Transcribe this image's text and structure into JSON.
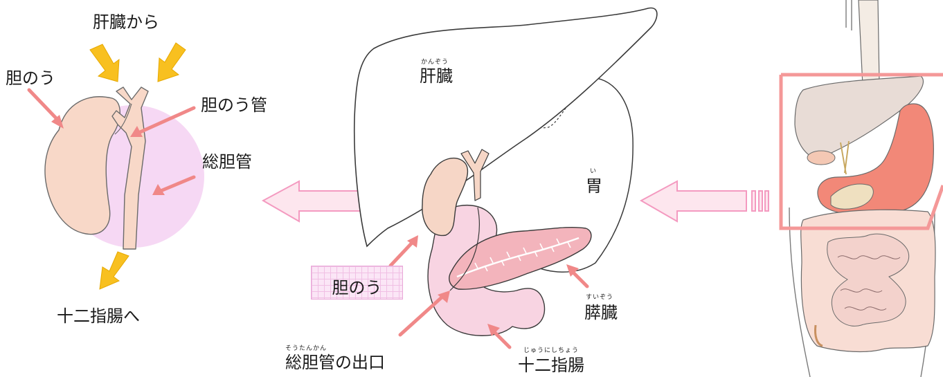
{
  "left_panel": {
    "from_liver": "肝臓から",
    "gallbladder": "胆のう",
    "cystic_duct": "胆のう管",
    "common_bile_duct": "総胆管",
    "to_duodenum": "十二指腸へ"
  },
  "center_panel": {
    "liver": "肝臓",
    "liver_ruby": "かんぞう",
    "stomach": "胃",
    "stomach_ruby": "い",
    "gallbladder_box": "胆のう",
    "pancreas": "膵臓",
    "pancreas_ruby": "すいぞう",
    "bile_duct_exit": "総胆管の出口",
    "bile_duct_exit_ruby": "そうたんかん",
    "duodenum": "十二指腸",
    "duodenum_ruby": "じゅうにしちょう"
  },
  "colors": {
    "arrow_yellow": "#f8c020",
    "pointer_red": "#f08888",
    "big_arrow_fill": "#fde6ee",
    "big_arrow_stroke": "#f49ac0",
    "highlight_frame": "#f49898",
    "gallbladder_fill": "#f6d6c6",
    "pancreas_fill": "#f3b4bc",
    "duodenum_fill": "#f8d4e2",
    "stomach_red": "#f28878",
    "intestine_fill": "#f8ddd4"
  }
}
